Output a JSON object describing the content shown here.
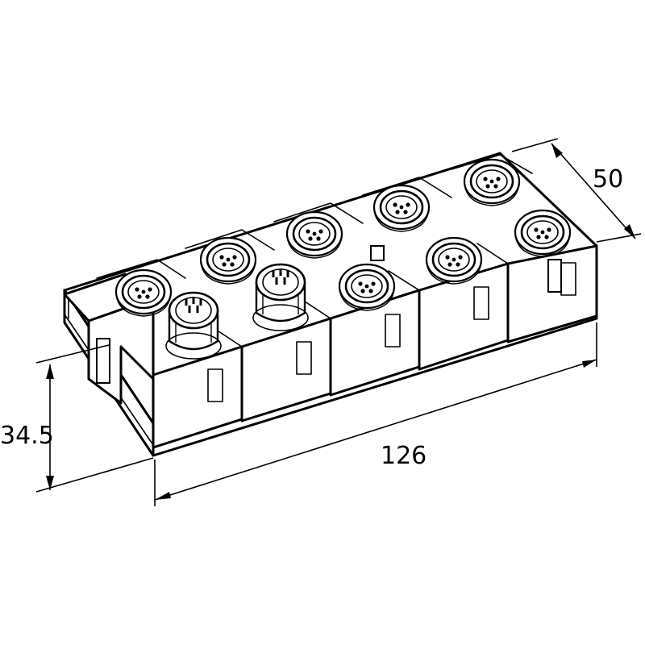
{
  "dimensions": {
    "height": "34.5",
    "length": "126",
    "depth": "50"
  },
  "connectors": {
    "female_count": 8,
    "male_count": 2
  },
  "colors": {
    "line": "#000000",
    "fill": "#ffffff"
  }
}
